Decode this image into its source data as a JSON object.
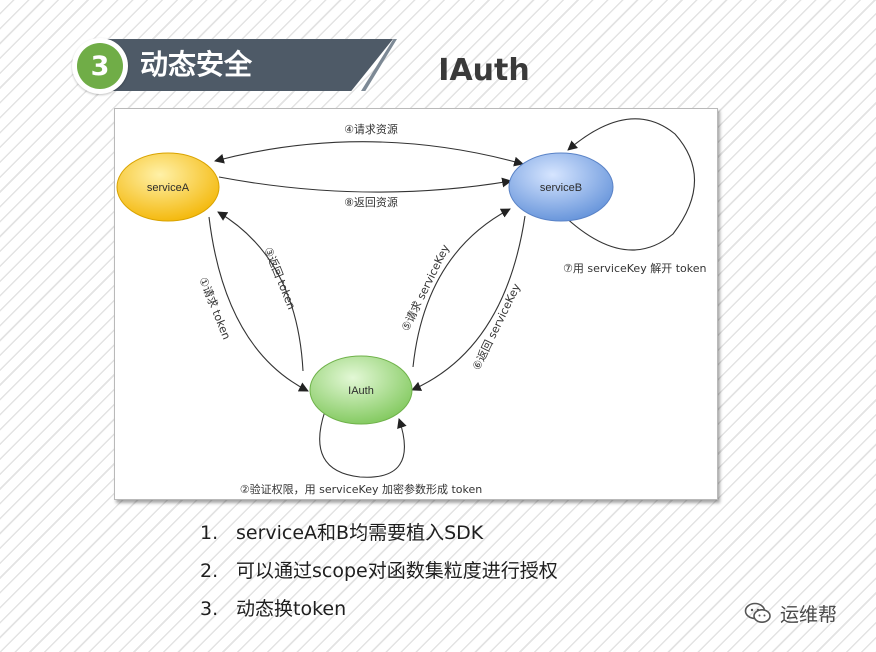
{
  "header": {
    "section_number": "3",
    "section_title": "动态安全",
    "page_title": "IAuth"
  },
  "diagram": {
    "nodes": {
      "serviceA": "serviceA",
      "serviceB": "serviceB",
      "iauth": "IAuth"
    },
    "edges": {
      "e1": "①请求 token",
      "e2": "②验证权限，用 serviceKey 加密参数形成 token",
      "e3": "③返回 token",
      "e4": "④请求资源",
      "e5": "⑤请求 serviceKey",
      "e6": "⑥返回 serviceKey",
      "e7": "⑦用 serviceKey 解开 token",
      "e8": "⑧返回资源"
    },
    "colors": {
      "serviceA": "#ffc000",
      "serviceB": "#6f9ae0",
      "iauth": "#8fd16f"
    }
  },
  "notes": [
    {
      "num": "1.",
      "text": "serviceA和B均需要植入SDK"
    },
    {
      "num": "2.",
      "text": "可以通过scope对函数集粒度进行授权"
    },
    {
      "num": "3.",
      "text": "动态换token"
    }
  ],
  "footer": {
    "brand": "运维帮",
    "icon": "wechat-icon"
  }
}
